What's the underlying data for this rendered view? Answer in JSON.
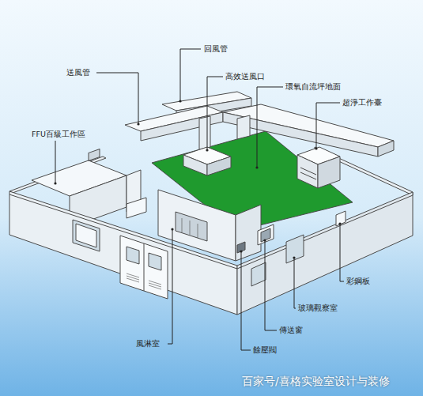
{
  "diagram": {
    "labels": [
      "回風管",
      "送風管",
      "高效送風口",
      "環氧自流坪地面",
      "超淨工作臺",
      "FFU百級工作區",
      "彩鋼板",
      "玻璃觀察室",
      "傳送窗",
      "餘壓閥",
      "風淋室",
      "百家号/喜格实验室设计与装修"
    ]
  }
}
